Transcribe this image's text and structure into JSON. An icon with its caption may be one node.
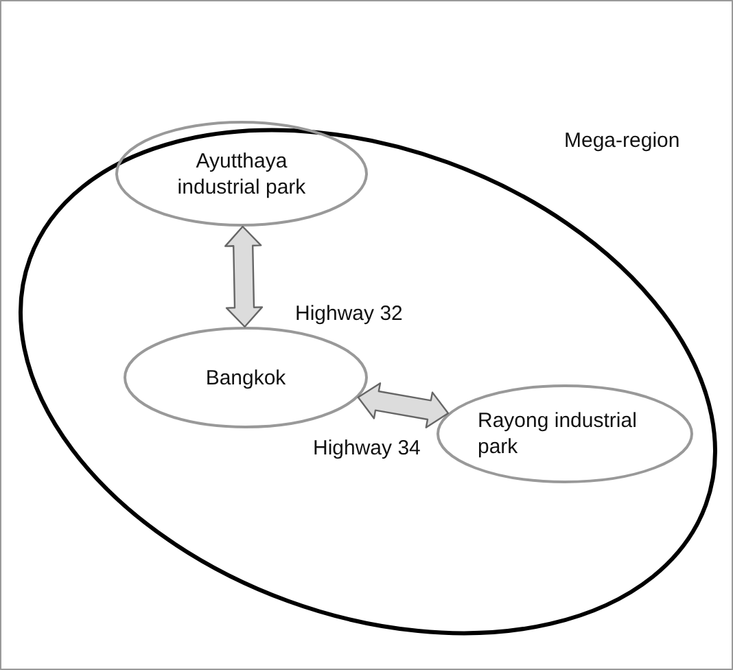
{
  "diagram": {
    "nodes": [
      {
        "text": [
          "Mega-region"
        ]
      },
      {
        "text": [
          "Ayutthaya industrial park"
        ],
        "in": 0
      },
      {
        "text": [
          "Bangkok"
        ],
        "in": 0
      },
      {
        "text": [
          "Rayong industrial park"
        ],
        "in": 0
      }
    ],
    "edges": [
      {
        "from": 1,
        "to": 2,
        "arrow": "both",
        "label": "Highway 32"
      },
      {
        "from": 2,
        "to": 3,
        "arrow": "both",
        "label": "Highway 34"
      }
    ]
  }
}
